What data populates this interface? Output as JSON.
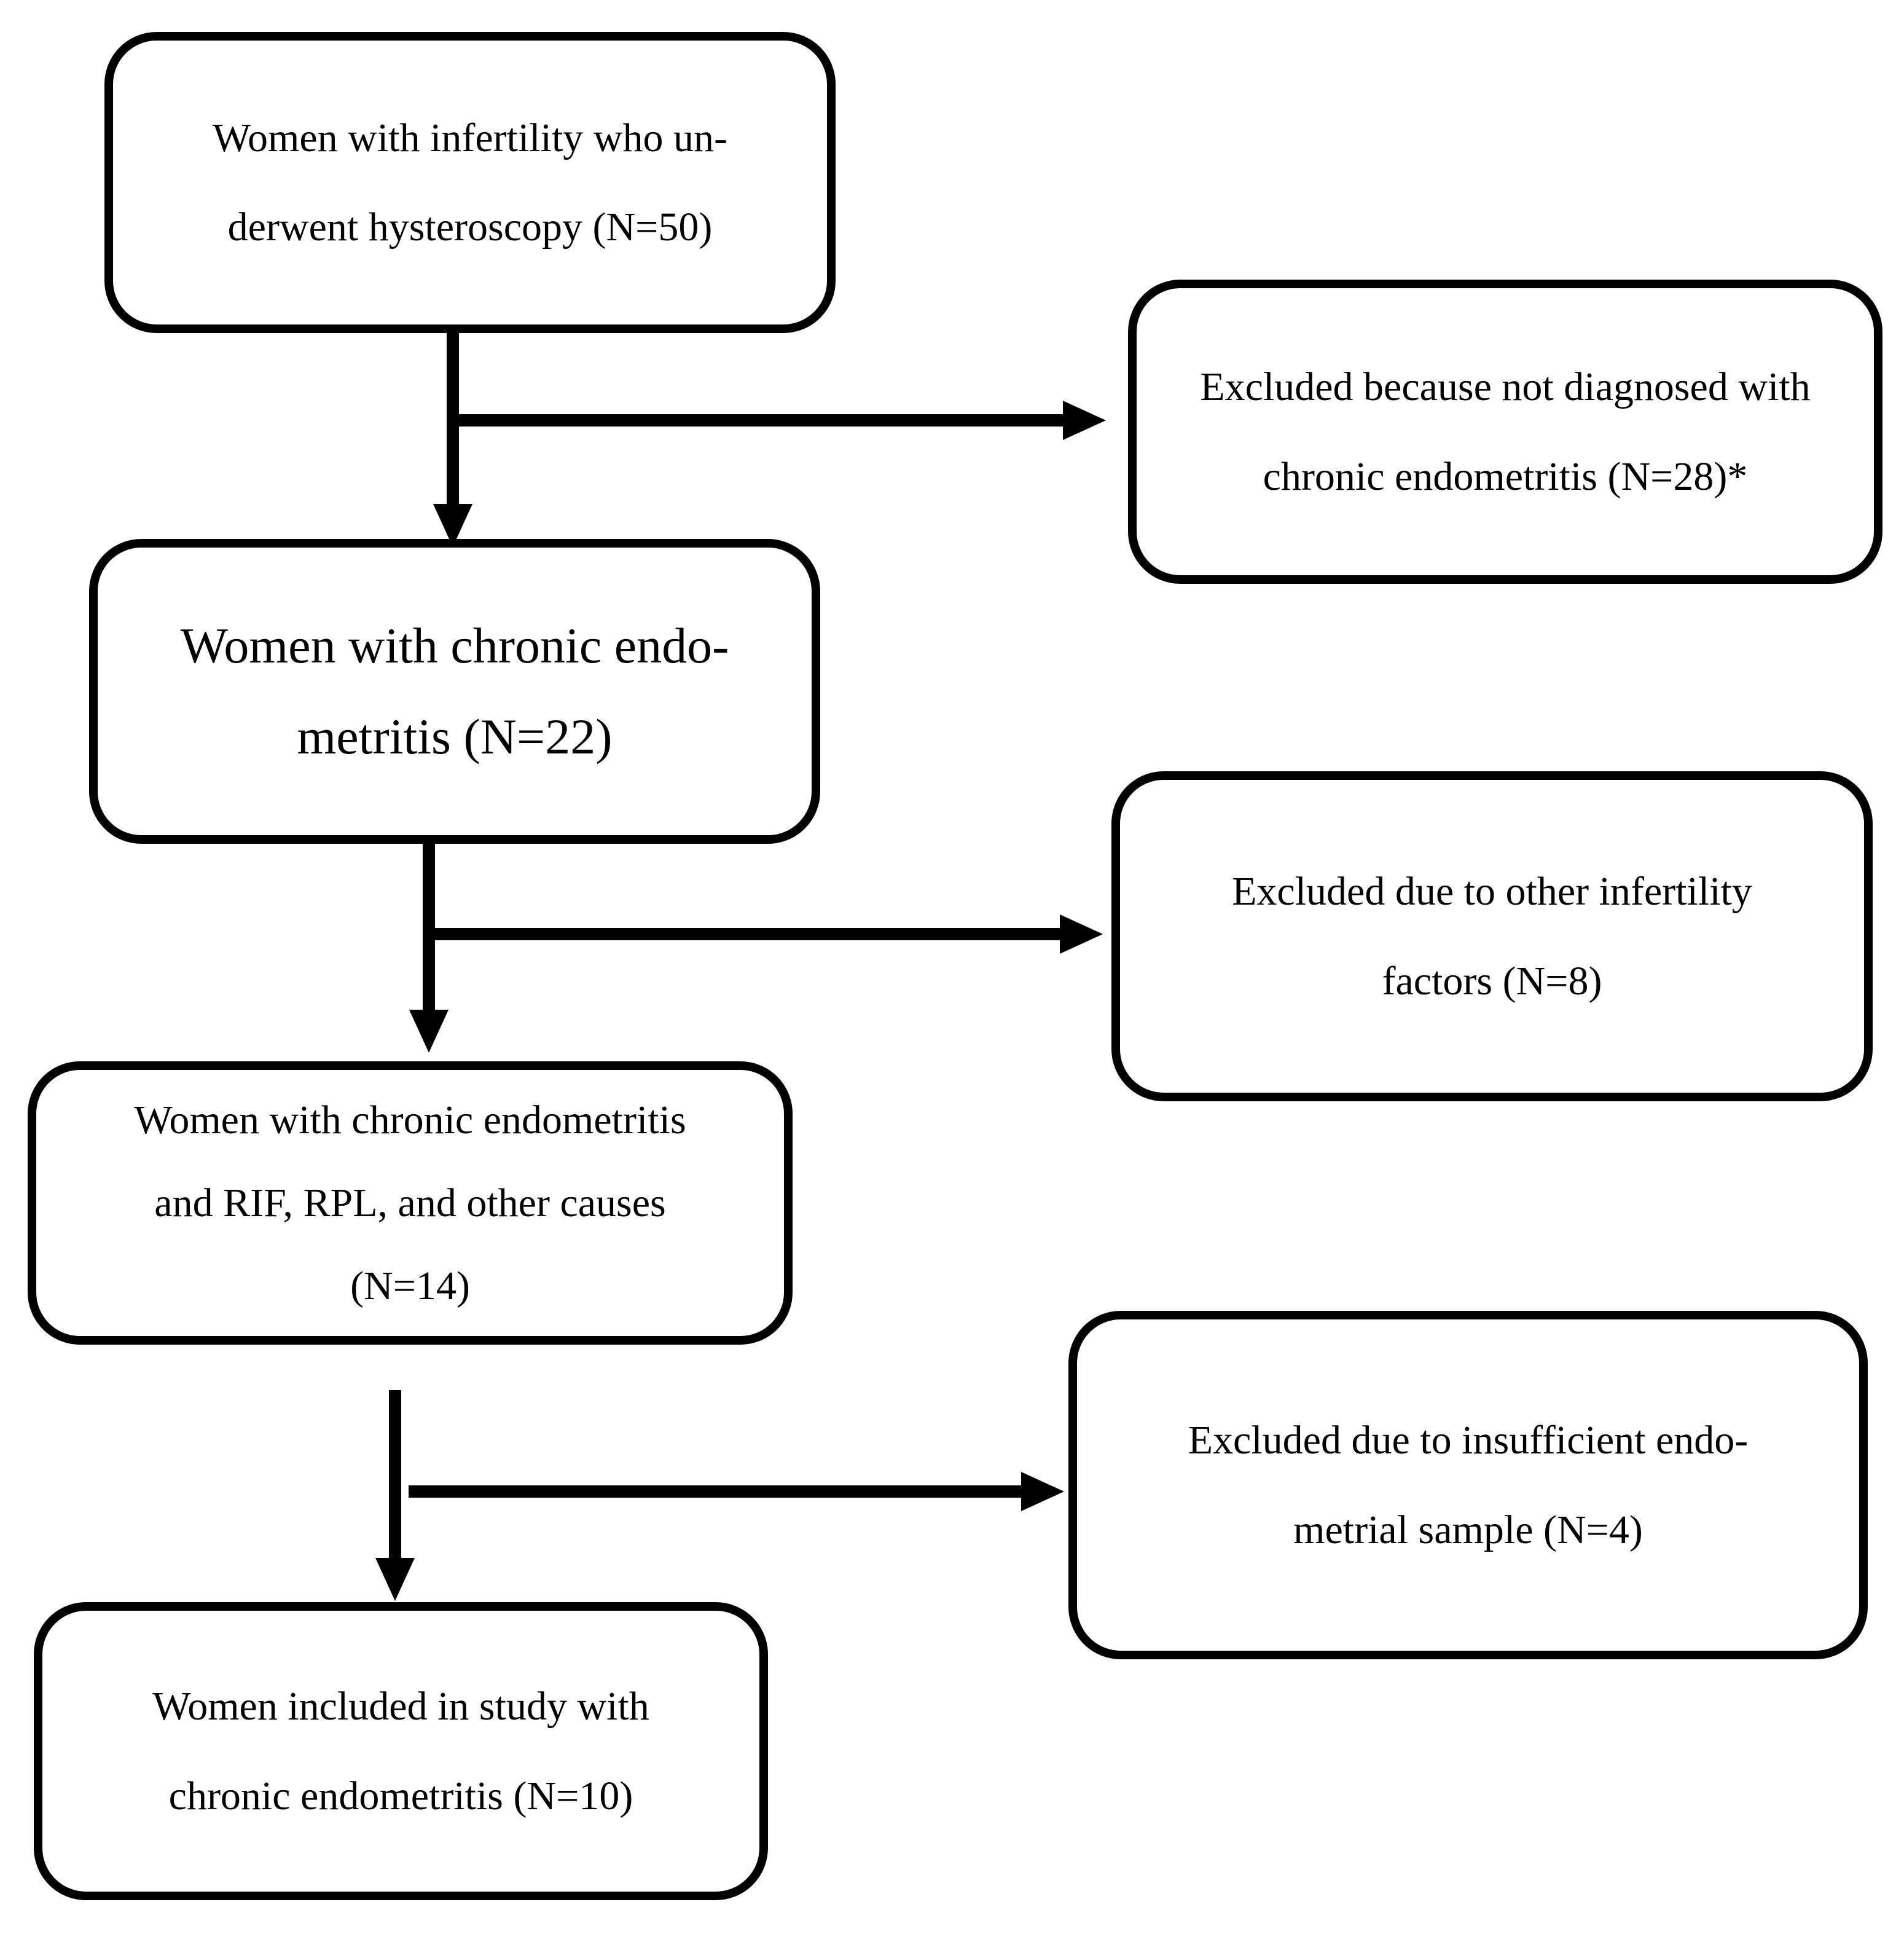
{
  "diagram": {
    "type": "flowchart",
    "background_color": "#ffffff",
    "line_color": "#000000",
    "nodes": [
      {
        "id": "infertility-hysteroscopy",
        "lines": [
          "Women with infertility who un-",
          "derwent hysteroscopy (N=50)"
        ]
      },
      {
        "id": "excluded-not-diagnosed",
        "lines": [
          "Excluded because not diagnosed with",
          "chronic endometritis (N=28)*"
        ]
      },
      {
        "id": "chronic-endometritis",
        "lines": [
          "Women with chronic endo-",
          "metritis (N=22)"
        ]
      },
      {
        "id": "excluded-other-infertility-factors",
        "lines": [
          "Excluded due to other infertility",
          "factors (N=8)"
        ]
      },
      {
        "id": "ce-rif-rpl-other-causes",
        "lines": [
          "Women with chronic endometritis",
          "and RIF, RPL, and other causes",
          "(N=14)"
        ]
      },
      {
        "id": "excluded-insufficient-sample",
        "lines": [
          "Excluded due to insufficient endo-",
          "metrial sample (N=4)"
        ]
      },
      {
        "id": "included-in-study",
        "lines": [
          "Women included in study with",
          "chronic endometritis (N=10)"
        ]
      }
    ],
    "edges": [
      {
        "from": "infertility-hysteroscopy",
        "to": "chronic-endometritis",
        "direction": "down"
      },
      {
        "from": "infertility-hysteroscopy",
        "to": "excluded-not-diagnosed",
        "direction": "right"
      },
      {
        "from": "chronic-endometritis",
        "to": "ce-rif-rpl-other-causes",
        "direction": "down"
      },
      {
        "from": "chronic-endometritis",
        "to": "excluded-other-infertility-factors",
        "direction": "right"
      },
      {
        "from": "ce-rif-rpl-other-causes",
        "to": "included-in-study",
        "direction": "down"
      },
      {
        "from": "ce-rif-rpl-other-causes",
        "to": "excluded-insufficient-sample",
        "direction": "right"
      }
    ]
  }
}
